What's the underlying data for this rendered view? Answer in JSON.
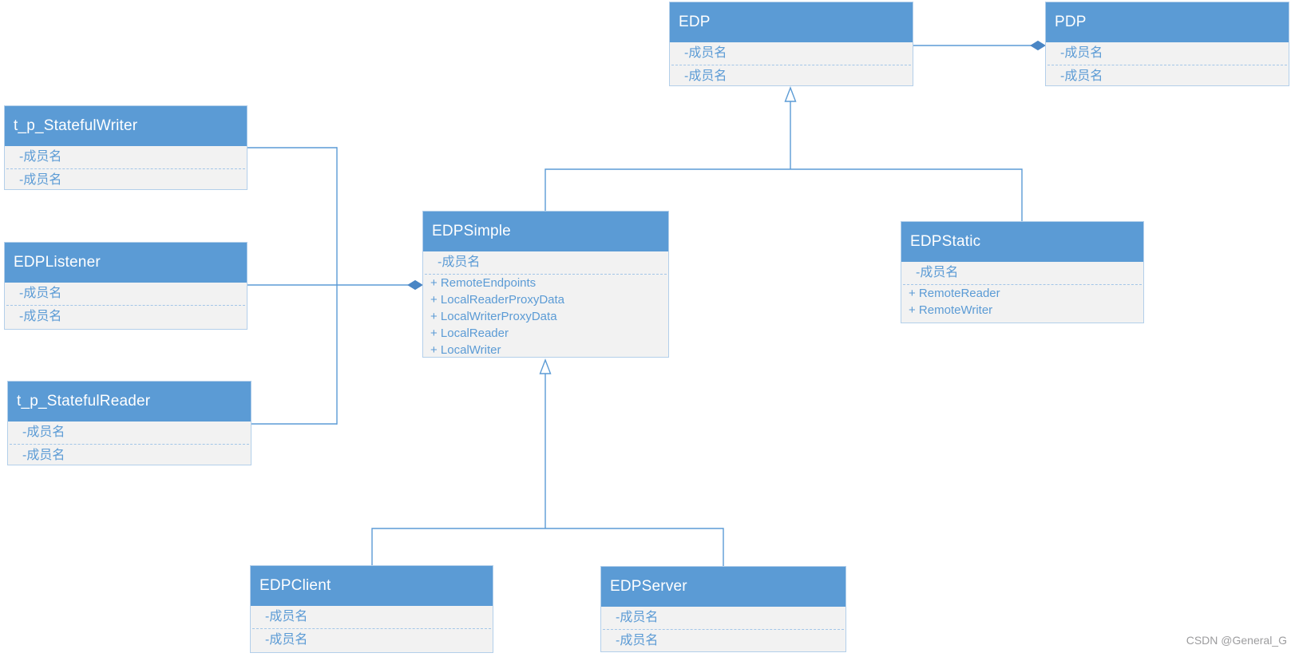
{
  "diagram_type": "uml-class-diagram",
  "classes": [
    {
      "id": "edp",
      "name": "EDP",
      "compartments": [
        [
          "-成员名"
        ],
        [
          "-成员名"
        ]
      ]
    },
    {
      "id": "pdp",
      "name": "PDP",
      "compartments": [
        [
          "-成员名"
        ],
        [
          "-成员名"
        ]
      ]
    },
    {
      "id": "t-p-statefulwriter",
      "name": "t_p_StatefulWriter",
      "compartments": [
        [
          "-成员名"
        ],
        [
          "-成员名"
        ]
      ]
    },
    {
      "id": "edplistener",
      "name": "EDPListener",
      "compartments": [
        [
          "-成员名"
        ],
        [
          "-成员名"
        ]
      ]
    },
    {
      "id": "t-p-statefulreader",
      "name": "t_p_StatefulReader",
      "compartments": [
        [
          "-成员名"
        ],
        [
          "-成员名"
        ]
      ]
    },
    {
      "id": "edpsimple",
      "name": "EDPSimple",
      "compartments": [
        [
          "-成员名"
        ],
        [
          "+ RemoteEndpoints",
          "+ LocalReaderProxyData",
          "+ LocalWriterProxyData",
          "+ LocalReader",
          "+ LocalWriter"
        ]
      ]
    },
    {
      "id": "edpstatic",
      "name": "EDPStatic",
      "compartments": [
        [
          "-成员名"
        ],
        [
          "+ RemoteReader",
          "+ RemoteWriter"
        ]
      ]
    },
    {
      "id": "edpclient",
      "name": "EDPClient",
      "compartments": [
        [
          "-成员名"
        ],
        [
          "-成员名"
        ]
      ]
    },
    {
      "id": "edpserver",
      "name": "EDPServer",
      "compartments": [
        [
          "-成员名"
        ],
        [
          "-成员名"
        ]
      ]
    }
  ],
  "relationships": [
    {
      "type": "composition",
      "from": "EDP",
      "to": "PDP"
    },
    {
      "type": "generalization",
      "from": "EDPSimple",
      "to": "EDP"
    },
    {
      "type": "generalization",
      "from": "EDPStatic",
      "to": "EDP"
    },
    {
      "type": "composition",
      "from": "t_p_StatefulWriter",
      "to": "EDPSimple"
    },
    {
      "type": "composition",
      "from": "EDPListener",
      "to": "EDPSimple"
    },
    {
      "type": "composition",
      "from": "t_p_StatefulReader",
      "to": "EDPSimple"
    },
    {
      "type": "generalization",
      "from": "EDPClient",
      "to": "EDPSimple"
    },
    {
      "type": "generalization",
      "from": "EDPServer",
      "to": "EDPSimple"
    }
  ],
  "watermark": "CSDN @General_G",
  "colors": {
    "header_fill": "#5B9BD5",
    "body_fill": "#F2F2F2",
    "box_border": "#B3CFEA",
    "member_text": "#5B9BD5",
    "connector": "#5B9BD5",
    "diamond_fill": "#4A86C5",
    "watermark_text": "#9C9C9E",
    "background": "#FFFFFF"
  }
}
